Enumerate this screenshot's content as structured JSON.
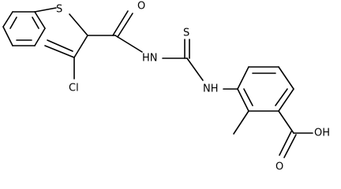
{
  "molecule": {
    "atoms": {
      "sulfur_ring": "S",
      "oxygen_amide": "O",
      "nh_amide": "HN",
      "sulfur_thio": "S",
      "chlorine": "Cl",
      "nh_aryl": "NH",
      "oh": "OH",
      "oxygen_acid": "O"
    }
  }
}
